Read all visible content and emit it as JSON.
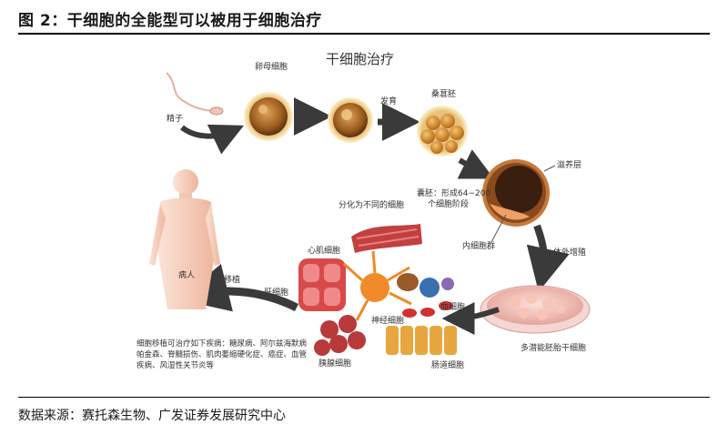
{
  "figure": {
    "title": "图 2：干细胞的全能型可以被用于细胞治疗",
    "source": "数据来源：赛托森生物、广发证券发展研究中心"
  },
  "diagram": {
    "heading": "干细胞治疗",
    "labels": {
      "sperm": "精子",
      "egg": "卵母细胞",
      "develop": "发育",
      "morula": "桑葚胚",
      "trophoblast": "滋养层",
      "blastocyst_line1": "囊胚：形成64−200",
      "blastocyst_line2": "个细胞阶段",
      "inner_mass": "内细胞群",
      "in_vitro": "体外增殖",
      "pluripotent": "多潜能胚胎干细胞",
      "differentiate": "分化为不同的细胞",
      "cardiac": "心肌细胞",
      "liver": "肝细胞",
      "nerve": "神经细胞",
      "blood": "血细胞",
      "pancreas": "胰腺细胞",
      "intestine": "肠道细胞",
      "transplant": "移植",
      "patient": "病人",
      "diseases_line1": "细胞移植可治疗如下疾病：糖尿病、阿尔兹海默病",
      "diseases_line2": "帕金森、脊髓损伤、肌肉萎缩硬化症、癌症、血管",
      "diseases_line3": "疾病、风湿性关节炎等"
    },
    "colors": {
      "arrow": "#3a3a3a",
      "body": "#f2c7b3",
      "heart": "#d84a4a",
      "egg": "#b8732a",
      "dish": "#f2b8b0"
    }
  }
}
